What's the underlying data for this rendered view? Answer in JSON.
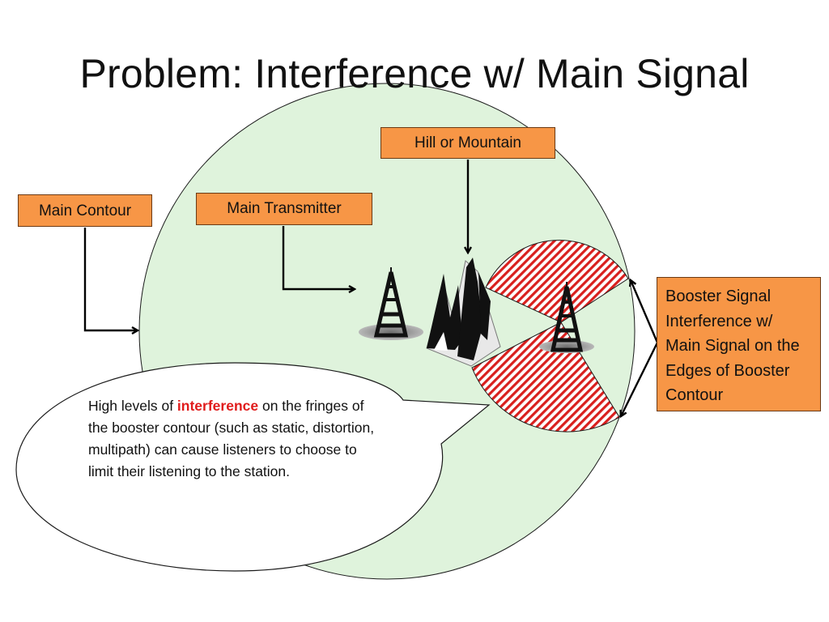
{
  "slide": {
    "title": "Problem: Interference w/ Main Signal"
  },
  "labels": {
    "hill": "Hill or Mountain",
    "transmitter": "Main Transmitter",
    "contour": "Main Contour",
    "booster": "Booster Signal Interference w/ Main Signal on the Edges of Booster Contour"
  },
  "callout": {
    "before": "High levels of ",
    "highlight": "interference",
    "after": " on the fringes of the booster contour (such as static, distortion, multipath) can cause listeners to choose to limit their listening to the station."
  },
  "colors": {
    "contour_fill": "#dff3dc",
    "label_fill": "#f79646",
    "hatch": "#d9201e",
    "highlight": "#e01b1b"
  },
  "icons": [
    "radio-tower-icon",
    "radio-tower-icon",
    "mountain-icon"
  ]
}
